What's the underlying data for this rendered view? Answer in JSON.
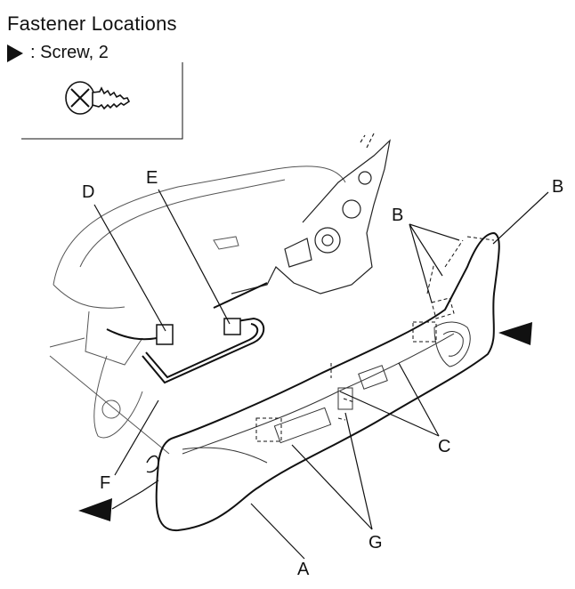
{
  "legend": {
    "title": "Fastener Locations",
    "item_label": ": Screw, 2",
    "marker_icon": "filled-triangle-pointer-icon",
    "fastener_icon": "screw-icon"
  },
  "callouts": {
    "a": "A",
    "b_single": "B",
    "b_double": "B",
    "c": "C",
    "d": "D",
    "e": "E",
    "f": "F",
    "g": "G"
  }
}
